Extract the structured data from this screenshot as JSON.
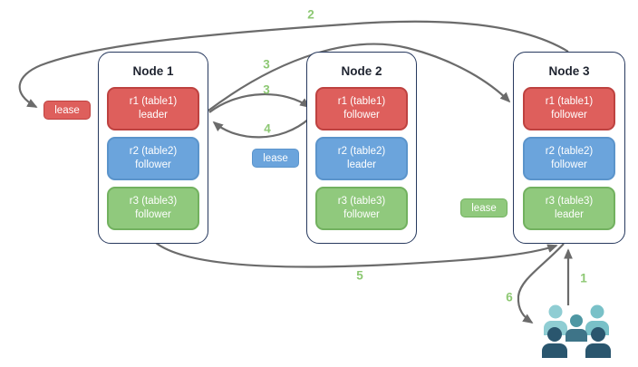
{
  "nodes": [
    {
      "title": "Node 1",
      "replicas": [
        {
          "name": "r1 (table1)",
          "role": "leader",
          "color": "red"
        },
        {
          "name": "r2 (table2)",
          "role": "follower",
          "color": "blue"
        },
        {
          "name": "r3 (table3)",
          "role": "follower",
          "color": "green"
        }
      ]
    },
    {
      "title": "Node 2",
      "replicas": [
        {
          "name": "r1 (table1)",
          "role": "follower",
          "color": "red"
        },
        {
          "name": "r2 (table2)",
          "role": "leader",
          "color": "blue"
        },
        {
          "name": "r3 (table3)",
          "role": "follower",
          "color": "green"
        }
      ]
    },
    {
      "title": "Node 3",
      "replicas": [
        {
          "name": "r1 (table1)",
          "role": "follower",
          "color": "red"
        },
        {
          "name": "r2 (table2)",
          "role": "follower",
          "color": "blue"
        },
        {
          "name": "r3 (table3)",
          "role": "leader",
          "color": "green"
        }
      ]
    }
  ],
  "leases": [
    {
      "label": "lease",
      "color": "red"
    },
    {
      "label": "lease",
      "color": "blue"
    },
    {
      "label": "lease",
      "color": "green"
    }
  ],
  "steps": {
    "s1": "1",
    "s2": "2",
    "s3a": "3",
    "s3b": "3",
    "s4": "4",
    "s5": "5",
    "s6": "6"
  },
  "icons": {
    "clients": "clients-group-icon"
  },
  "colors": {
    "replica_red": "#de5f5c",
    "replica_blue": "#6ba4dc",
    "replica_green": "#90c97d",
    "node_border": "#27395e",
    "arrow": "#6b6b6b",
    "step_number": "#8dc873",
    "clients_light_teal": "#8fcdd3",
    "clients_teal": "#79c1c8",
    "clients_mid_teal": "#4e97a3",
    "clients_slate": "#3e7488",
    "clients_dark": "#2a566e"
  }
}
